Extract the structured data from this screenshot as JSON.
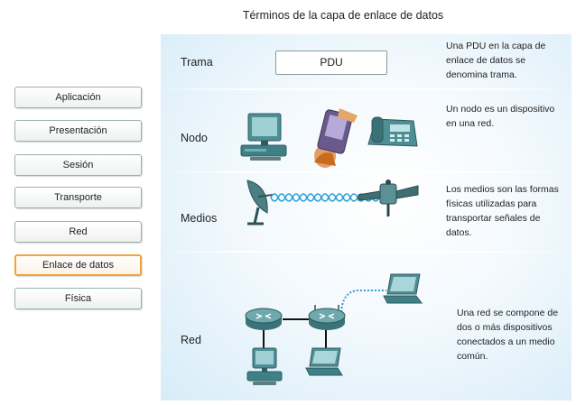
{
  "title": "Términos de la capa de enlace de datos",
  "layers": [
    {
      "label": "Aplicación",
      "active": false
    },
    {
      "label": "Presentación",
      "active": false
    },
    {
      "label": "Sesión",
      "active": false
    },
    {
      "label": "Transporte",
      "active": false
    },
    {
      "label": "Red",
      "active": false
    },
    {
      "label": "Enlace de datos",
      "active": true
    },
    {
      "label": "Física",
      "active": false
    }
  ],
  "terms": {
    "trama": {
      "label": "Trama",
      "box": "PDU",
      "desc": [
        "Una PDU en la capa de",
        "enlace de datos se",
        "denomina trama."
      ]
    },
    "nodo": {
      "label": "Nodo",
      "desc": [
        "Un nodo es un dispositivo",
        "en una red."
      ]
    },
    "medios": {
      "label": "Medios",
      "desc": [
        "Los medios son las formas",
        "físicas utilizadas para",
        "transportar señales de",
        "datos."
      ]
    },
    "red": {
      "label": "Red",
      "desc": [
        "Una red se compone de",
        "dos o más dispositivos",
        "conectados a un medio",
        "común."
      ]
    }
  },
  "colors": {
    "active_border": "#f2a33a",
    "panel_edge": "#d7ecf8",
    "device_teal": "#3f7f86",
    "cable_blue": "#2a9fd6"
  },
  "icons": [
    "computer-icon",
    "pda-icon",
    "ip-phone-icon",
    "satellite-dish-icon",
    "wireless-waves-icon",
    "satellite-icon",
    "router-icon",
    "laptop-icon"
  ]
}
